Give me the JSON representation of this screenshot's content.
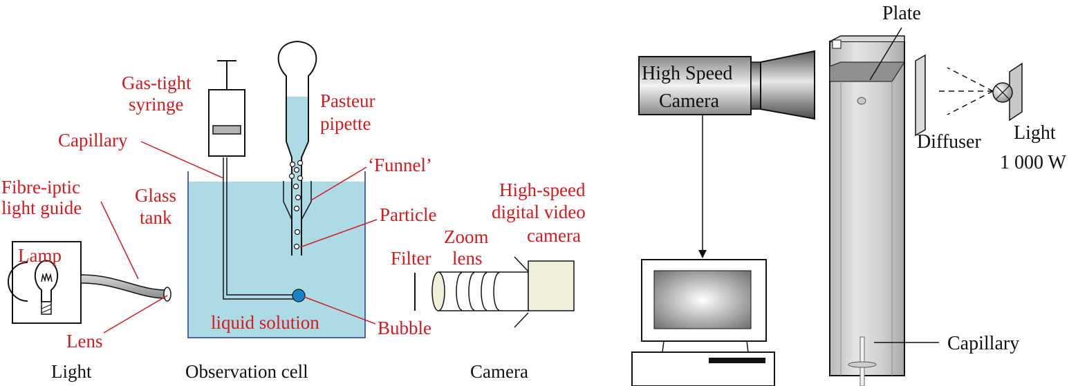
{
  "left_panel": {
    "labels": {
      "gas_tight_syringe_1": "Gas-tight",
      "gas_tight_syringe_2": "syringe",
      "capillary": "Capillary",
      "fibre_optic_1": "Fibre-iptic",
      "fibre_optic_2": "light guide",
      "glass_tank_1": "Glass",
      "glass_tank_2": "tank",
      "lamp": "Lamp",
      "lens": "Lens",
      "pasteur_1": "Pasteur",
      "pasteur_2": "pipette",
      "funnel": "‘Funnel’",
      "particle": "Particle",
      "zoom_1": "Zoom",
      "zoom_2": "lens",
      "filter": "Filter",
      "hs_camera_1": "High-speed",
      "hs_camera_2": "digital video",
      "hs_camera_3": "camera",
      "liquid_solution": "liquid solution",
      "bubble": "Bubble"
    },
    "captions": {
      "light": "Light",
      "observation_cell": "Observation cell",
      "camera": "Camera"
    },
    "colors": {
      "label_red": "#d7191c",
      "liquid": "#acdbe6",
      "bubble": "#1a84c4",
      "tank_edge": "#4f63a4"
    }
  },
  "right_panel": {
    "labels": {
      "plate": "Plate",
      "camera_1": "High Speed",
      "camera_2": "Camera",
      "diffuser": "Diffuser",
      "light_1": "Light",
      "light_2": "1 000 W",
      "capillary": "Capillary"
    }
  }
}
